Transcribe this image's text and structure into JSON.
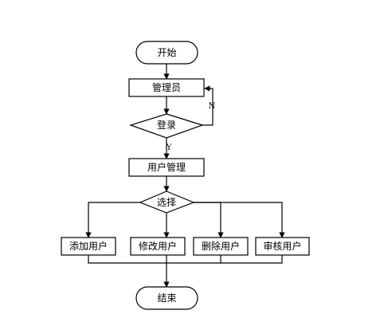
{
  "flowchart": {
    "nodes": {
      "start": "开始",
      "admin": "管理员",
      "login": "登录",
      "user_management": "用户管理",
      "select": "选择",
      "add_user": "添加用户",
      "modify_user": "修改用户",
      "delete_user": "删除用户",
      "review_user": "审核用户",
      "end": "结束"
    },
    "edge_labels": {
      "login_no": "N",
      "login_yes": "Y"
    }
  }
}
